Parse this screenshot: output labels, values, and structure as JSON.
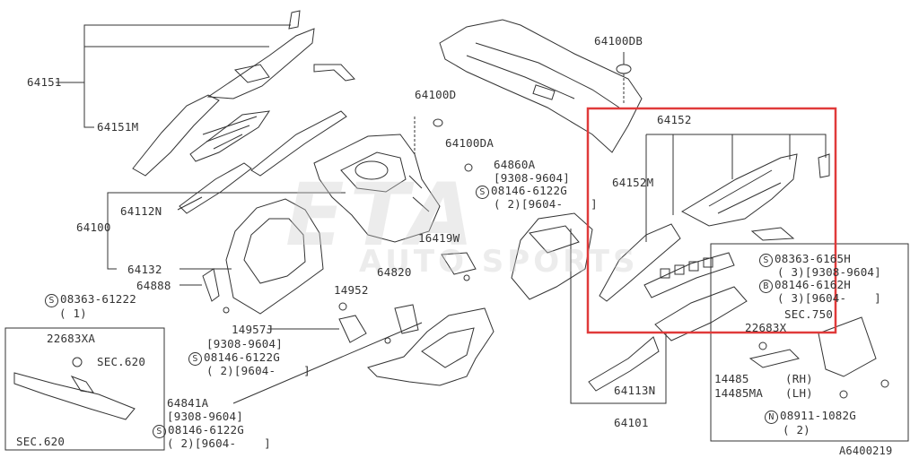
{
  "labels": {
    "p64151": "64151",
    "p64151m": "64151M",
    "p64100": "64100",
    "p64112n": "64112N",
    "p64132": "64132",
    "p64888": "64888",
    "bolt_08363_61222": "08363-61222",
    "bolt_08363_61222_qty": "( 1)",
    "p64100d": "64100D",
    "p64100da": "64100DA",
    "p64860a": "64860A",
    "p64860a_range": "[9308-9604]",
    "bolt_08146_6122g_a": "08146-6122G",
    "bolt_08146_6122g_a_qty": "( 2)[9604-    ]",
    "p16419w": "16419W",
    "p64820": "64820",
    "p14952": "14952",
    "p14957j": "14957J",
    "p14957j_range": "[9308-9604]",
    "bolt_08146_6122g_b": "08146-6122G",
    "bolt_08146_6122g_b_qty": "( 2)[9604-    ]",
    "p64841a": "64841A",
    "p64841a_range": "[9308-9604]",
    "bolt_08146_6122g_c": "08146-6122G",
    "bolt_08146_6122g_c_qty": "( 2)[9604-    ]",
    "p64100db": "64100DB",
    "p64152": "64152",
    "p64152m": "64152M",
    "bolt_08363_6165h": "08363-6165H",
    "bolt_08363_6165h_qty": "( 3)[9308-9604]",
    "bolt_08146_6162h": "08146-6162H",
    "bolt_08146_6162h_qty": "( 3)[9604-    ]",
    "sec750": "SEC.750",
    "p22683x": "22683X",
    "p14485": "14485",
    "p14485_side": "(RH)",
    "p14485ma": "14485MA",
    "p14485ma_side": "(LH)",
    "nut_08911_1082g": "08911-1082G",
    "nut_08911_1082g_qty": "( 2)",
    "p64113n": "64113N",
    "p64101": "64101",
    "p22683xa": "22683XA",
    "sec620_a": "SEC.620",
    "sec620_b": "SEC.620",
    "diagram_code": "A6400219"
  },
  "badges": {
    "s": "S",
    "b": "B",
    "n": "N"
  },
  "watermark": {
    "text": "ETA",
    "sub": "AUTO SPORTS"
  },
  "highlight": {
    "color": "#e03a3a"
  },
  "colors": {
    "line": "#333333",
    "text": "#333333"
  }
}
